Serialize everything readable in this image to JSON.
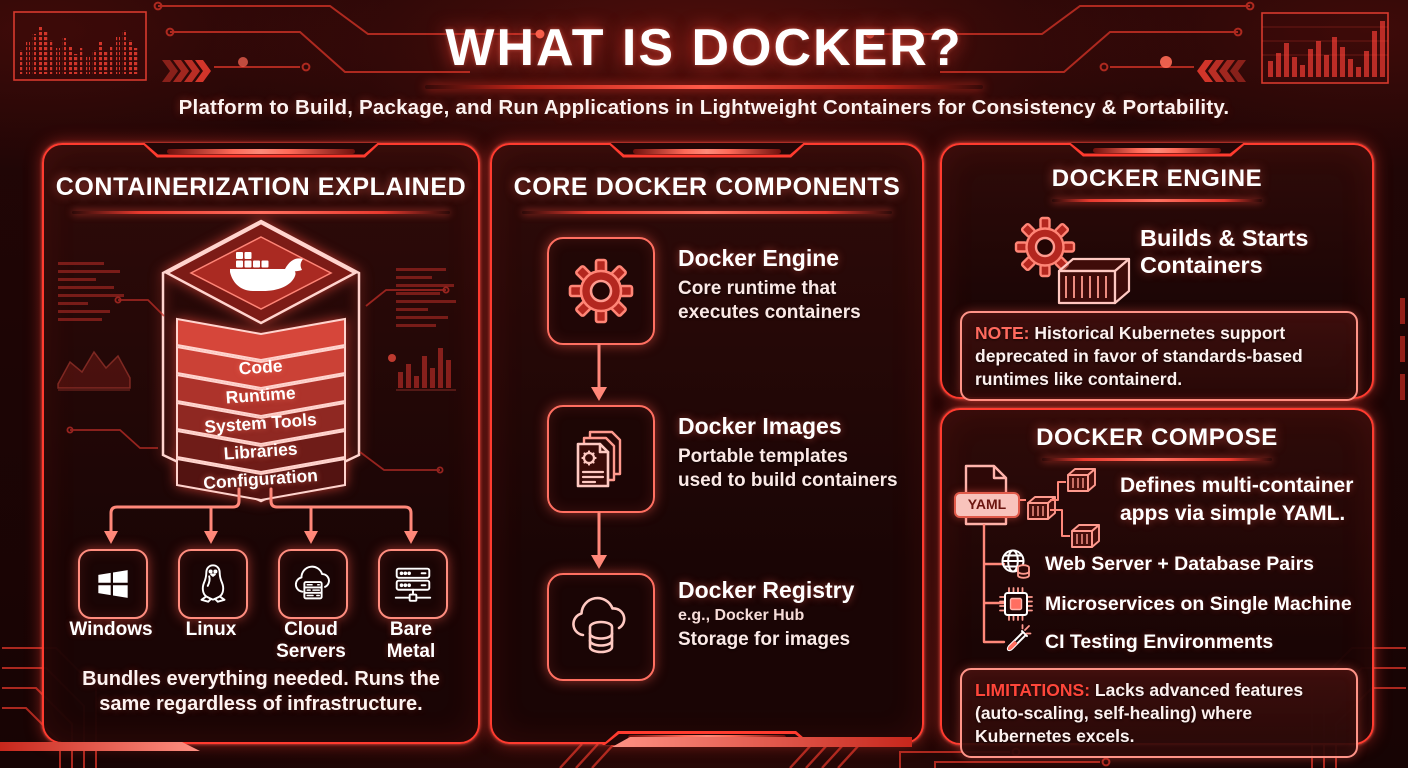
{
  "header": {
    "title": "WHAT IS DOCKER?",
    "subtitle": "Platform to Build, Package, and Run Applications in Lightweight Containers for Consistency & Portability."
  },
  "containerization": {
    "title": "CONTAINERIZATION EXPLAINED",
    "stack_logo_icon": "docker-whale-icon",
    "stack_layers": [
      "Code",
      "Runtime",
      "System Tools",
      "Libraries",
      "Configuration"
    ],
    "platforms": [
      {
        "label": "Windows",
        "icon": "windows-logo-icon"
      },
      {
        "label": "Linux",
        "icon": "linux-penguin-icon"
      },
      {
        "label": "Cloud Servers",
        "icon": "cloud-servers-icon"
      },
      {
        "label": "Bare Metal",
        "icon": "bare-metal-server-icon"
      }
    ],
    "footer_line1": "Bundles everything needed. Runs the",
    "footer_line2": "same regardless of infrastructure."
  },
  "core_components": {
    "title": "CORE DOCKER COMPONENTS",
    "items": [
      {
        "name": "Docker Engine",
        "desc_line1": "Core runtime that",
        "desc_line2": "executes containers",
        "icon": "gear-icon"
      },
      {
        "name": "Docker Images",
        "desc_line1": "Portable templates",
        "desc_line2": "used to build containers",
        "icon": "stacked-documents-icon"
      },
      {
        "name": "Docker Registry",
        "example": "e.g., Docker Hub",
        "desc_line1": "Storage for images",
        "desc_line2": "",
        "icon": "cloud-database-icon"
      }
    ]
  },
  "docker_engine": {
    "title": "DOCKER ENGINE",
    "headline_line1": "Builds & Starts",
    "headline_line2": "Containers",
    "icon": "gear-container-icon",
    "note_label": "NOTE:",
    "note_text": " Historical Kubernetes support deprecated in favor of standards-based runtimes like containerd."
  },
  "docker_compose": {
    "title": "DOCKER COMPOSE",
    "yaml_badge": "YAML",
    "yaml_icon": "yaml-file-icon",
    "cluster_icon": "container-cubes-icon",
    "headline_line1": "Defines multi-container",
    "headline_line2": "apps via simple YAML.",
    "use_cases": [
      {
        "label": "Web Server + Database Pairs",
        "icon": "globe-database-icon"
      },
      {
        "label": "Microservices on Single Machine",
        "icon": "microchip-icon"
      },
      {
        "label": "CI Testing Environments",
        "icon": "test-tube-icon"
      }
    ],
    "limitations_label": "LIMITATIONS:",
    "limitations_text": " Lacks advanced features (auto-scaling, self-healing) where Kubernetes excels."
  },
  "colors": {
    "background": "#1d0505",
    "panel_border": "#ff3b2f",
    "outline_pink": "#ffd4ce",
    "accent_bright": "#ff5a4d",
    "note_label_color": "#ff6a5e",
    "limitations_label_color": "#ff463a",
    "stack_layer_fills": [
      "#d6463a",
      "#cb4136",
      "#ad332b",
      "#8f2822",
      "#6f1c18",
      "#531311"
    ]
  }
}
